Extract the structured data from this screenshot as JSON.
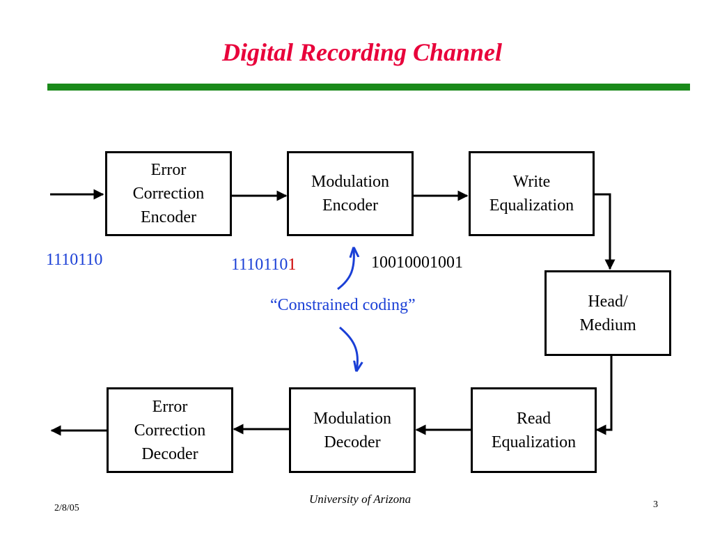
{
  "slide": {
    "title": "Digital Recording Channel",
    "accent_color": "#e8003a",
    "rule_color": "#1a8a1a"
  },
  "blocks": {
    "ecc_encoder": [
      "Error",
      "Correction",
      "Encoder"
    ],
    "mod_encoder": [
      "Modulation",
      "Encoder"
    ],
    "write_eq": [
      "Write",
      "Equalization"
    ],
    "head_medium": [
      "Head/",
      "Medium"
    ],
    "read_eq": [
      "Read",
      "Equalization"
    ],
    "mod_decoder": [
      "Modulation",
      "Decoder"
    ],
    "ecc_decoder": [
      "Error",
      "Correction",
      "Decoder"
    ]
  },
  "bit_strings": {
    "input": "1110110",
    "ecc_output_prefix": "1110110",
    "ecc_output_parity": "1",
    "modulated": "10010001001"
  },
  "annotation": {
    "text": "“Constrained coding”",
    "color": "#1a3fd6"
  },
  "footer": {
    "date": "2/8/05",
    "institution": "University of Arizona",
    "page_number": "3"
  }
}
